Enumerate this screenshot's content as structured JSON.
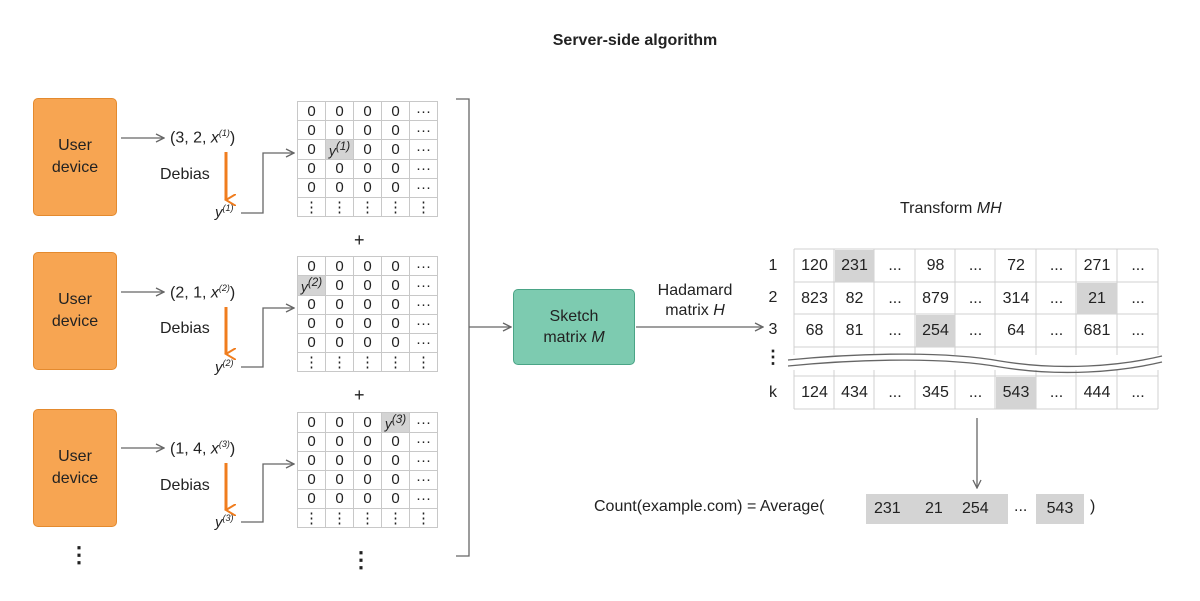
{
  "title": "Server-side algorithm",
  "devices": [
    {
      "label1": "User",
      "label2": "device",
      "tuple_prefix": "(3, 2, ",
      "x_var": "x",
      "x_sup": "(1)",
      "tuple_suffix": ")",
      "debias": "Debias",
      "y_var": "y",
      "y_sup": "(1)"
    },
    {
      "label1": "User",
      "label2": "device",
      "tuple_prefix": "(2, 1, ",
      "x_var": "x",
      "x_sup": "(2)",
      "tuple_suffix": ")",
      "debias": "Debias",
      "y_var": "y",
      "y_sup": "(2)"
    },
    {
      "label1": "User",
      "label2": "device",
      "tuple_prefix": "(1, 4, ",
      "x_var": "x",
      "x_sup": "(3)",
      "tuple_suffix": ")",
      "debias": "Debias",
      "y_var": "y",
      "y_sup": "(3)"
    }
  ],
  "more_devices": "⋮",
  "sparse_matrices": [
    {
      "rows": [
        [
          "0",
          "0",
          "0",
          "0",
          "···"
        ],
        [
          "0",
          "0",
          "0",
          "0",
          "···"
        ],
        [
          "0",
          "y(1)",
          "0",
          "0",
          "···"
        ],
        [
          "0",
          "0",
          "0",
          "0",
          "···"
        ],
        [
          "0",
          "0",
          "0",
          "0",
          "···"
        ],
        [
          "⋮",
          "⋮",
          "⋮",
          "⋮",
          "⋮"
        ]
      ],
      "highlight": [
        2,
        1
      ]
    },
    {
      "rows": [
        [
          "0",
          "0",
          "0",
          "0",
          "···"
        ],
        [
          "y(2)",
          "0",
          "0",
          "0",
          "···"
        ],
        [
          "0",
          "0",
          "0",
          "0",
          "···"
        ],
        [
          "0",
          "0",
          "0",
          "0",
          "···"
        ],
        [
          "0",
          "0",
          "0",
          "0",
          "···"
        ],
        [
          "⋮",
          "⋮",
          "⋮",
          "⋮",
          "⋮"
        ]
      ],
      "highlight": [
        1,
        0
      ]
    },
    {
      "rows": [
        [
          "0",
          "0",
          "0",
          "y(3)",
          "···"
        ],
        [
          "0",
          "0",
          "0",
          "0",
          "···"
        ],
        [
          "0",
          "0",
          "0",
          "0",
          "···"
        ],
        [
          "0",
          "0",
          "0",
          "0",
          "···"
        ],
        [
          "0",
          "0",
          "0",
          "0",
          "···"
        ],
        [
          "⋮",
          "⋮",
          "⋮",
          "⋮",
          "⋮"
        ]
      ],
      "highlight": [
        0,
        3
      ]
    }
  ],
  "plus": "+",
  "more_matrices": "⋮",
  "sketch": {
    "line1": "Sketch",
    "line2_text": "matrix ",
    "line2_var": "M"
  },
  "hadamard": {
    "line1": "Hadamard",
    "line2_text": "matrix ",
    "line2_var": "H"
  },
  "transform": {
    "text": "Transform ",
    "var": "MH"
  },
  "result_matrix": {
    "row_labels": [
      "1",
      "2",
      "3",
      "⋮",
      "k"
    ],
    "rows": [
      [
        "120",
        "231",
        "...",
        "98",
        "...",
        "72",
        "...",
        "271",
        "..."
      ],
      [
        "823",
        "82",
        "...",
        "879",
        "...",
        "314",
        "...",
        "21",
        "..."
      ],
      [
        "68",
        "81",
        "...",
        "254",
        "...",
        "64",
        "...",
        "681",
        "..."
      ],
      [
        "124",
        "434",
        "...",
        "345",
        "...",
        "543",
        "...",
        "444",
        "..."
      ]
    ],
    "highlights": [
      [
        0,
        1
      ],
      [
        1,
        7
      ],
      [
        2,
        3
      ],
      [
        3,
        5
      ]
    ]
  },
  "formula": {
    "prefix": "Count(example.com) = Average(",
    "values": [
      "231",
      "21",
      "254",
      "...",
      "543"
    ],
    "suffix": ")"
  },
  "colors": {
    "device_fill": "#f7a552",
    "arrow_orange": "#f07d1e",
    "sketch_fill": "#7dcbb0",
    "highlight": "#d4d4d4"
  }
}
